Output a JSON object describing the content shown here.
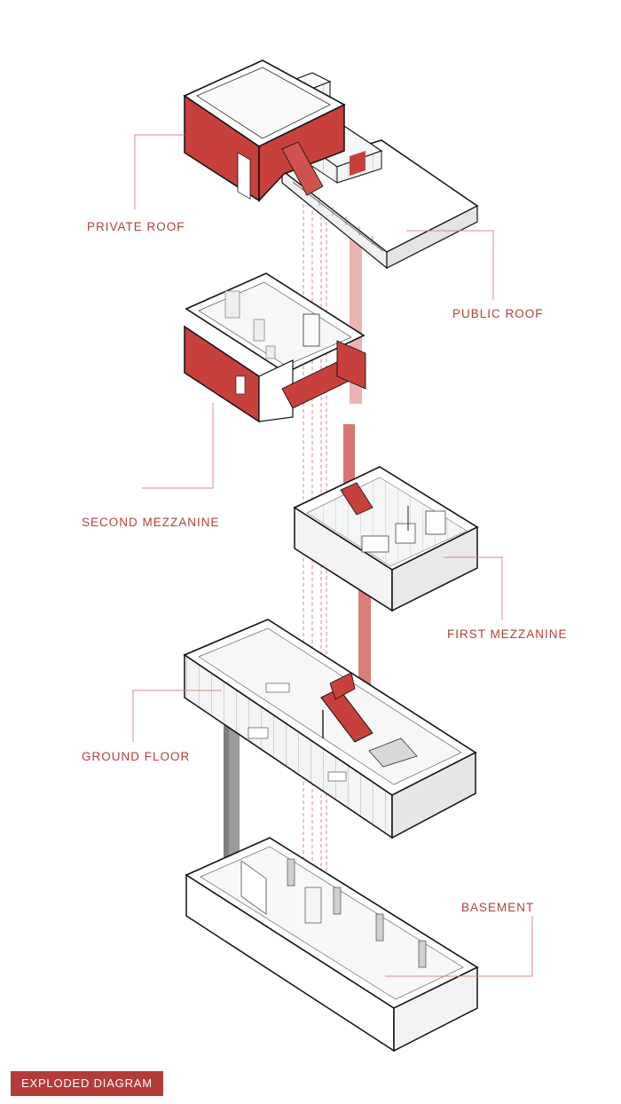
{
  "labels": {
    "private_roof": "PRIVATE ROOF",
    "public_roof": "PUBLIC ROOF",
    "second_mezzanine": "SECOND MEZZANINE",
    "first_mezzanine": "FIRST MEZZANINE",
    "ground_floor": "GROUND FLOOR",
    "basement": "BASEMENT"
  },
  "badge": {
    "text": "EXPLODED DIAGRAM"
  },
  "colors": {
    "accent": "#c8403c",
    "accent_text": "#b2403c",
    "line": "#111111",
    "glass": "#eef1f3"
  }
}
